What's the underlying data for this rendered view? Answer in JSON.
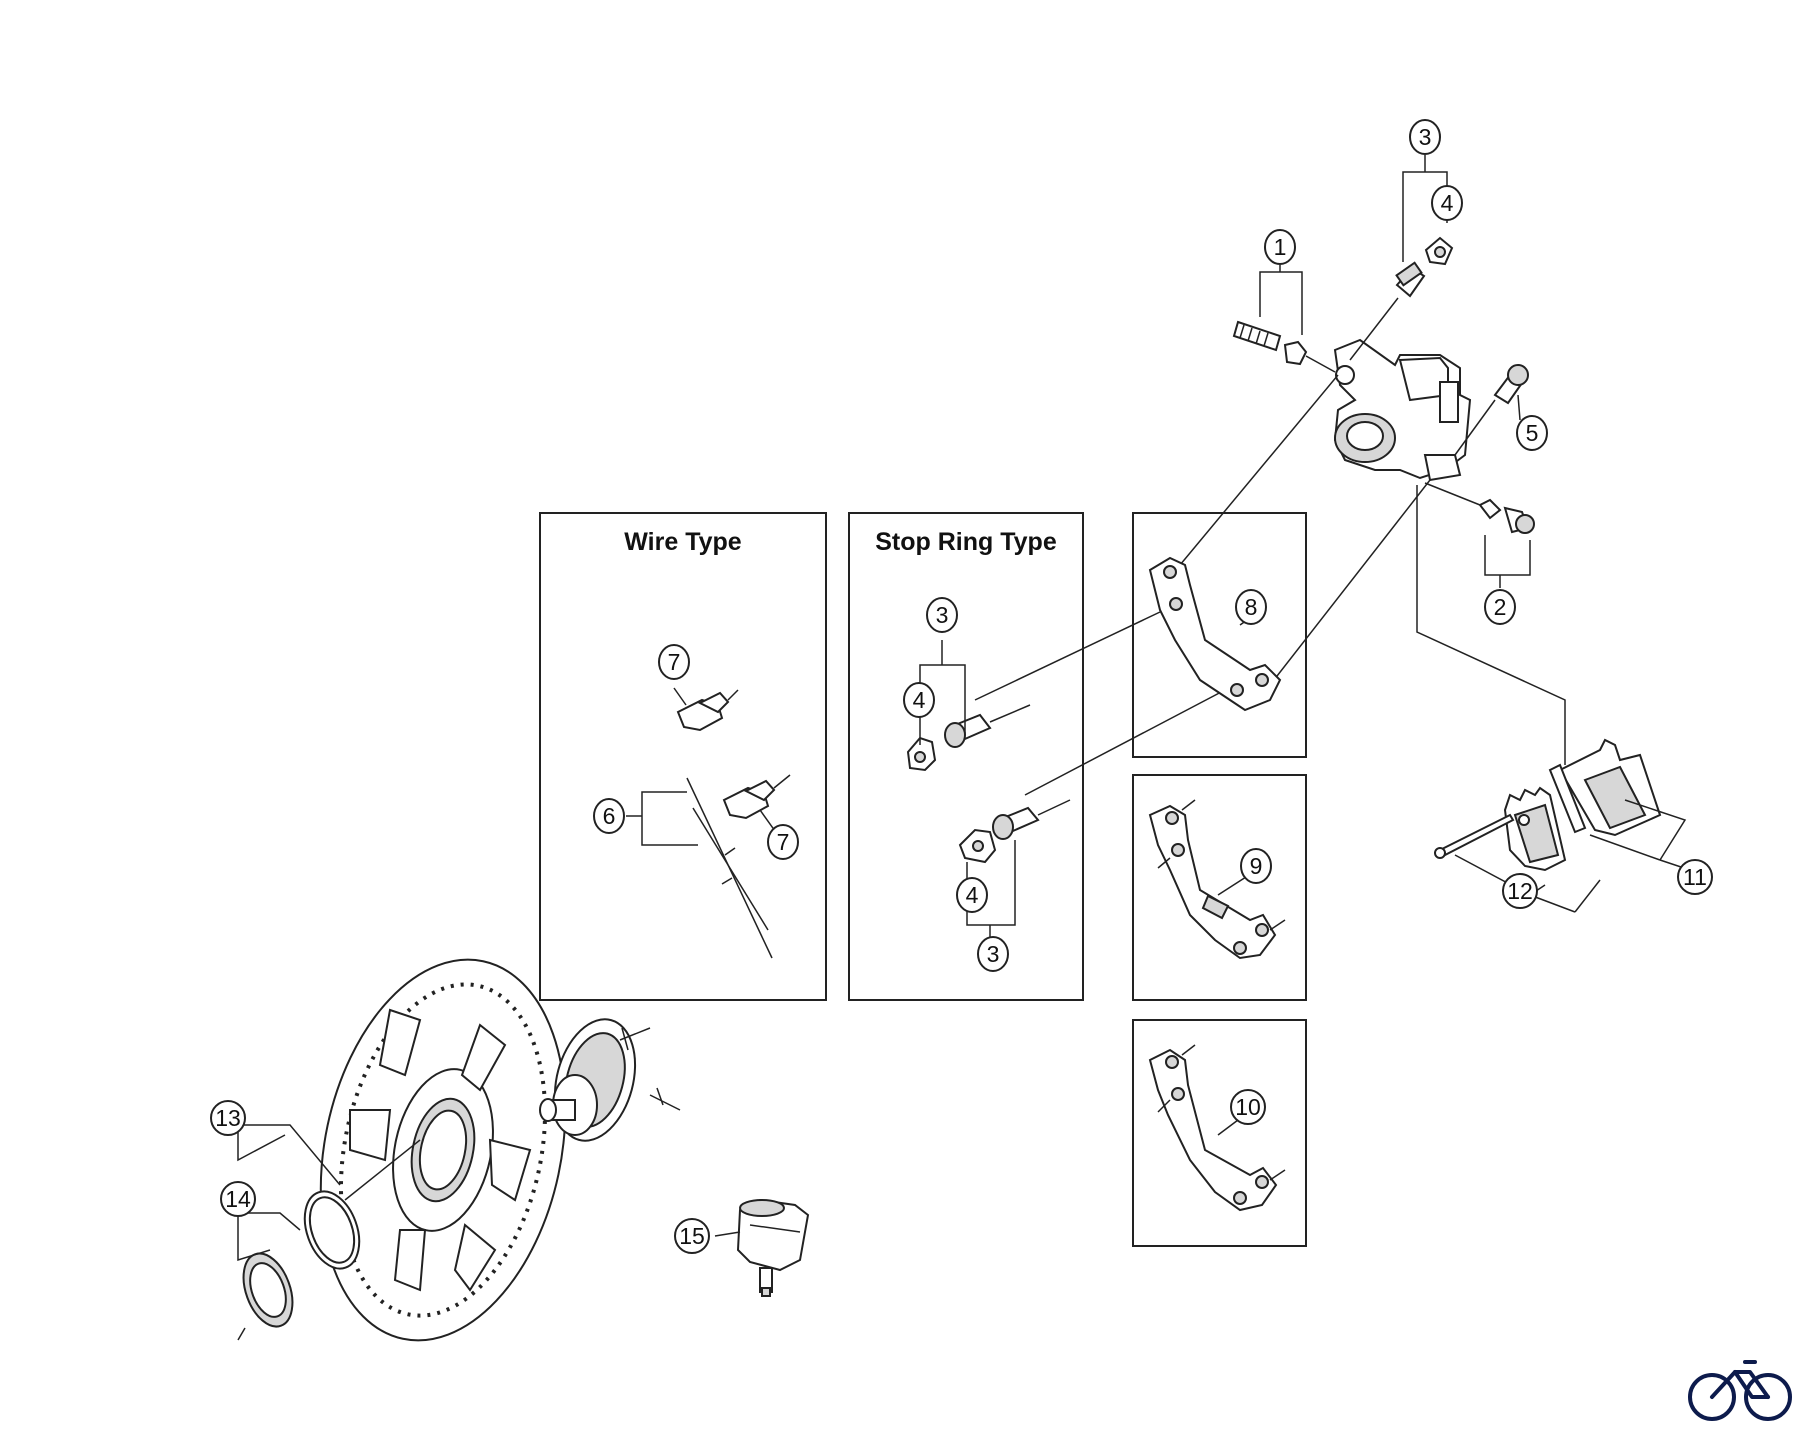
{
  "boxes": {
    "wire_type": "Wire Type",
    "stop_ring_type": "Stop Ring Type"
  },
  "callouts": [
    "1",
    "2",
    "3",
    "4",
    "5",
    "6",
    "7",
    "8",
    "9",
    "10",
    "11",
    "12",
    "13",
    "14",
    "15"
  ],
  "logo_icon": "bicycle-logo-icon"
}
